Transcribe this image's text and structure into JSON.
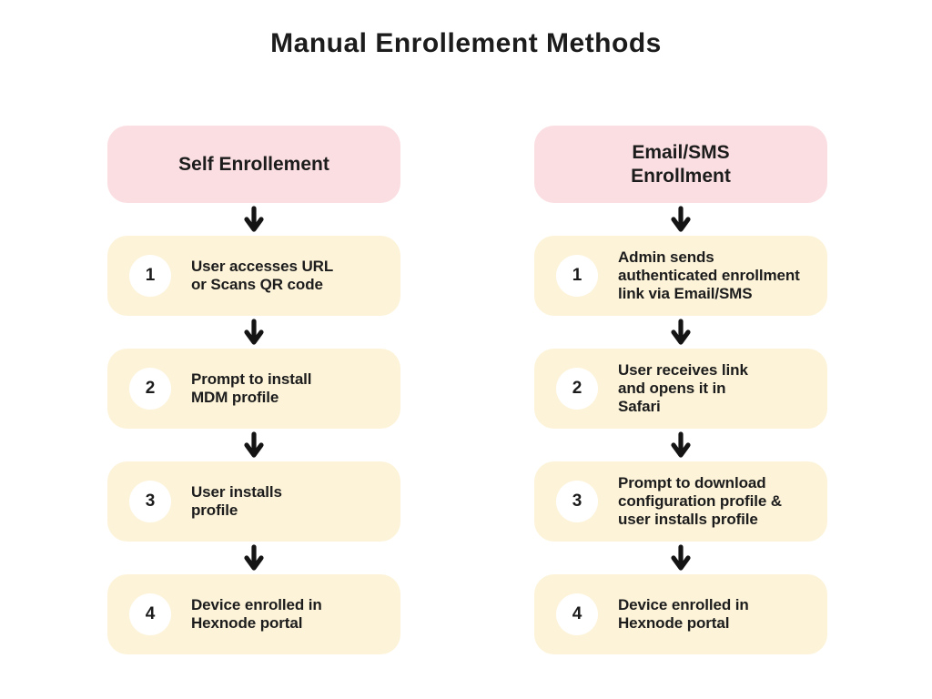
{
  "title": "Manual Enrollement Methods",
  "colors": {
    "background": "#ffffff",
    "pink": "#fbdee1",
    "cream": "#fdf3d9",
    "badge": "#ffffff",
    "text": "#1c1c1c",
    "arrow": "#141414"
  },
  "icons": {
    "down_arrow": "down-arrow-icon"
  },
  "columns": [
    {
      "header": "Self Enrollement",
      "steps": [
        {
          "number": "1",
          "text": "User accesses URL\nor Scans QR code"
        },
        {
          "number": "2",
          "text": "Prompt to install\nMDM profile"
        },
        {
          "number": "3",
          "text": "User installs\nprofile"
        },
        {
          "number": "4",
          "text": "Device enrolled in\nHexnode portal"
        }
      ]
    },
    {
      "header": "Email/SMS\nEnrollment",
      "steps": [
        {
          "number": "1",
          "text": "Admin sends\nauthenticated enrollment\nlink via Email/SMS"
        },
        {
          "number": "2",
          "text": "User receives link\nand opens it in\nSafari"
        },
        {
          "number": "3",
          "text": "Prompt to download\nconfiguration profile &\nuser installs profile"
        },
        {
          "number": "4",
          "text": "Device enrolled in\nHexnode portal"
        }
      ]
    }
  ]
}
